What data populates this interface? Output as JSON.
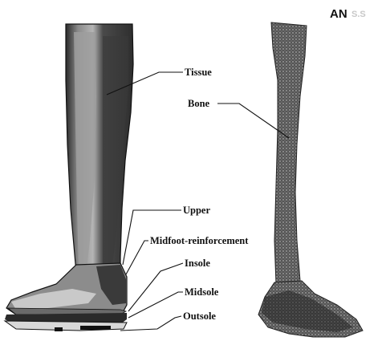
{
  "logo": {
    "text": "AN",
    "faint_text": "S.S"
  },
  "labels": {
    "tissue": "Tissue",
    "bone": "Bone",
    "upper": "Upper",
    "midfoot": "Midfoot-reinforcement",
    "insole": "Insole",
    "midsole": "Midsole",
    "outsole": "Outsole"
  },
  "colors": {
    "tissue_dark": "#3a3a3a",
    "tissue_light": "#9a9a9a",
    "bone": "#4a4a4a",
    "outline": "#111111"
  }
}
